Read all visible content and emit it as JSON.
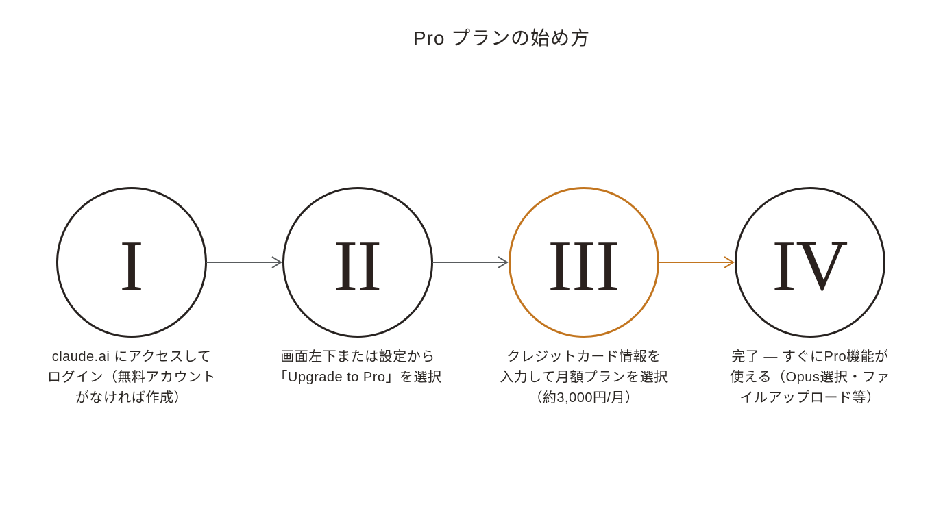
{
  "title": "Pro プランの始め方",
  "colors": {
    "accent_orange": "#c2751f",
    "stroke_dark": "#272220",
    "arrow_gray": "#595c5e",
    "text_dark": "#2b2724",
    "numeral_dark": "#2a211e",
    "background": "#ffffff"
  },
  "steps": [
    {
      "numeral": "I",
      "caption": "claude.ai にアクセスして\nログイン（無料アカウント\nがなければ作成）",
      "highlighted": false
    },
    {
      "numeral": "II",
      "caption": "画面左下または設定から\n「Upgrade to Pro」を選択",
      "highlighted": false
    },
    {
      "numeral": "III",
      "caption": "クレジットカード情報を\n入力して月額プランを選択\n（約3,000円/月）",
      "highlighted": true
    },
    {
      "numeral": "IV",
      "caption": "完了 — すぐにPro機能が\n使える（Opus選択・ファ\nイルアップロード等）",
      "highlighted": false
    }
  ],
  "connectors": [
    {
      "from": "I",
      "to": "II",
      "color": "gray"
    },
    {
      "from": "II",
      "to": "III",
      "color": "gray"
    },
    {
      "from": "III",
      "to": "IV",
      "color": "orange"
    }
  ]
}
